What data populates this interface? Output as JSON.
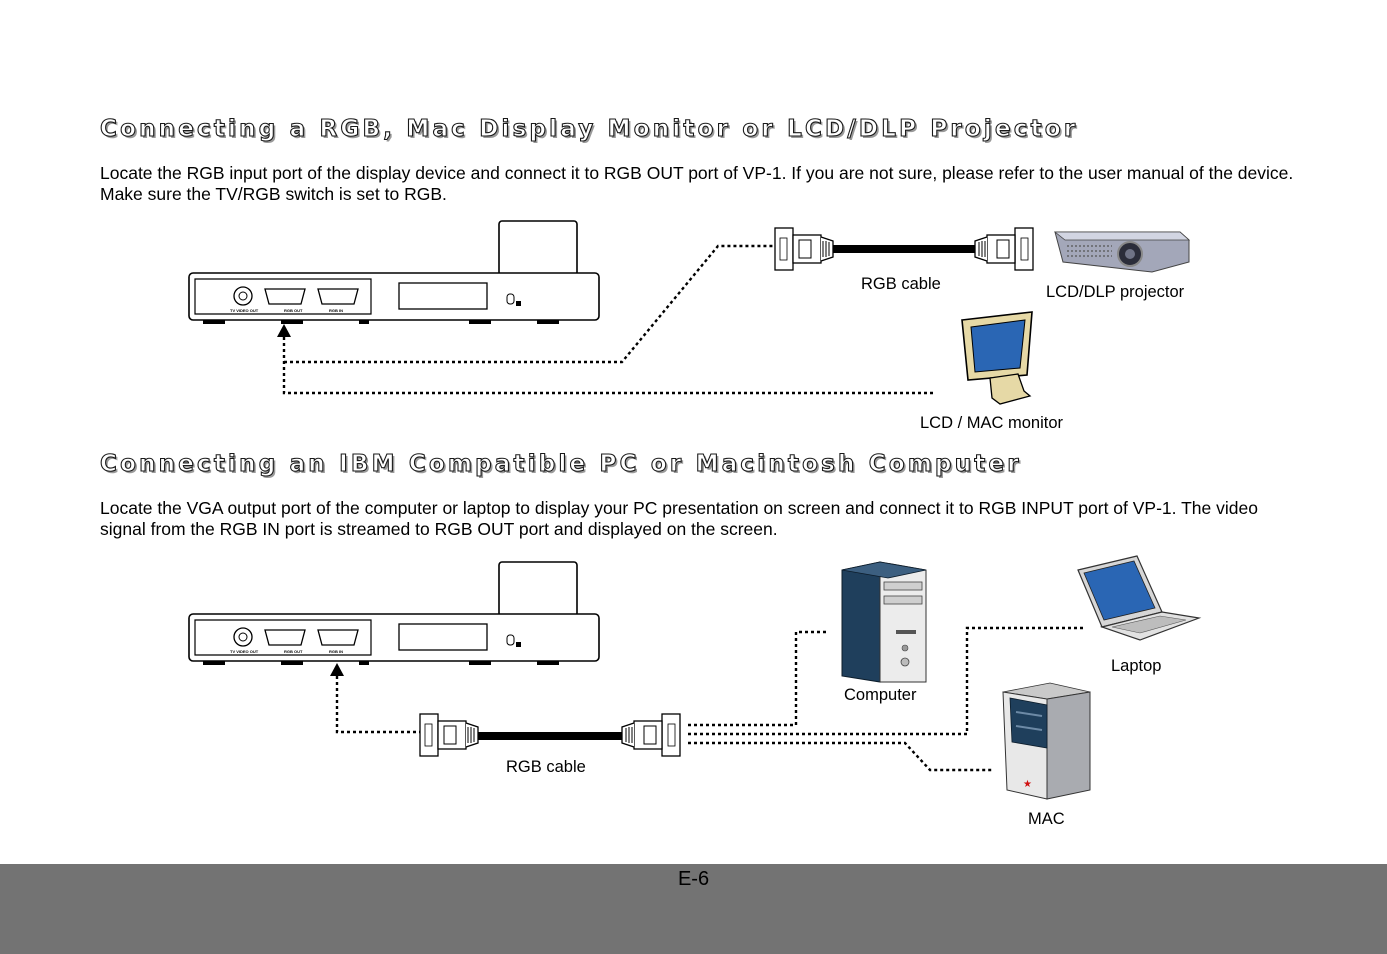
{
  "section1": {
    "heading": "Connecting a RGB, Mac Display Monitor or LCD/DLP Projector",
    "paragraph": "Locate the RGB input port of the display device and connect it to RGB OUT port of VP-1. If you are not sure, please refer to the user manual of the device. Make sure the TV/RGB switch is set to RGB.",
    "labels": {
      "cable": "RGB cable",
      "projector": "LCD/DLP projector",
      "monitor": "LCD / MAC monitor"
    }
  },
  "section2": {
    "heading": "Connecting an IBM Compatible PC or Macintosh Computer",
    "paragraph": "Locate the VGA output port of the computer or laptop to display your PC presentation on screen and connect it to RGB INPUT port of VP-1. The video signal from the RGB IN port is streamed to RGB OUT port and displayed on the screen.",
    "labels": {
      "cable": "RGB cable",
      "computer": "Computer",
      "laptop": "Laptop",
      "mac": "MAC"
    }
  },
  "device_port_labels": [
    "TV VIDEO OUT",
    "RGB OUT",
    "RGB IN"
  ],
  "footer": {
    "page_number": "E-6"
  },
  "colors": {
    "footer": "#737373",
    "screen": "#2a66b4",
    "tower": "#1f3f5c"
  }
}
